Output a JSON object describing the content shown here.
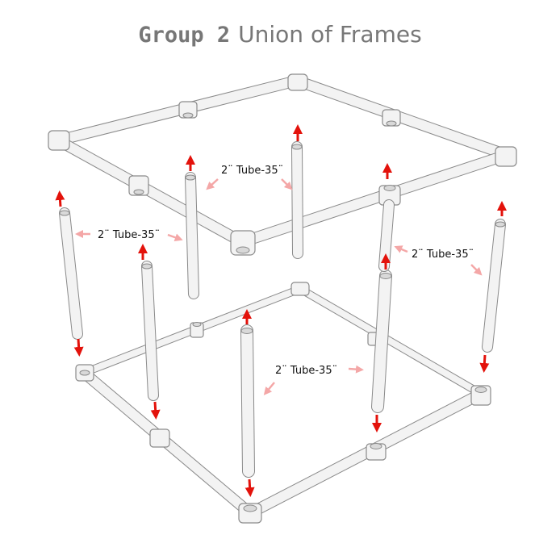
{
  "title": {
    "group": "Group  2",
    "subtitle": "Union of Frames"
  },
  "tube_labels": [
    "2¨ Tube-35¨",
    "2¨ Tube-35¨",
    "2¨ Tube-35¨",
    "2¨ Tube-35¨"
  ],
  "colors": {
    "pipe_fill": "#f3f3f3",
    "pipe_edge": "#8a8a8a",
    "arrow_red": "#e3120b",
    "arrow_pink": "#f4a7a7",
    "title_gray": "#777777"
  }
}
